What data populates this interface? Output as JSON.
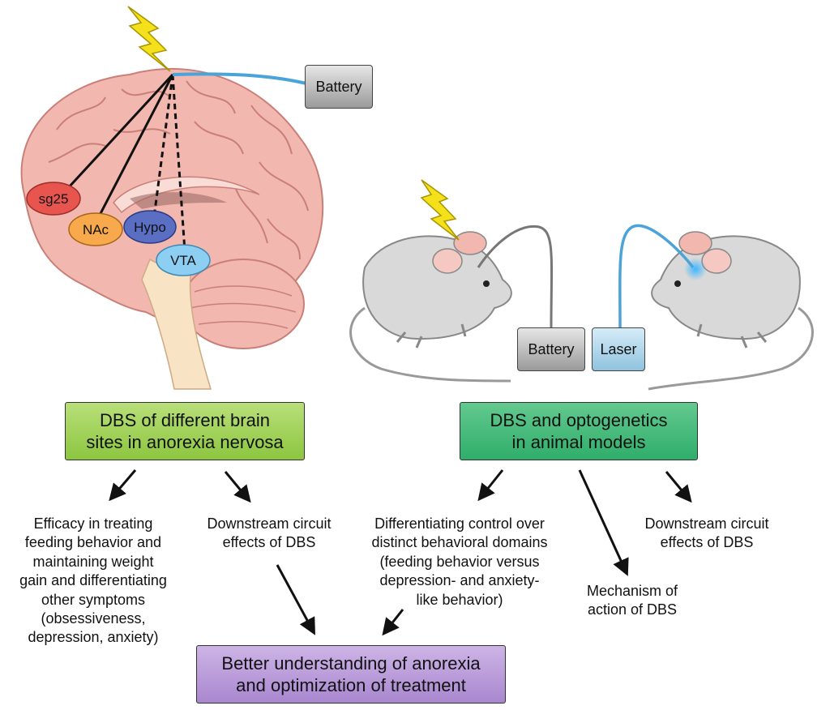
{
  "devices": {
    "battery_top": "Battery",
    "battery_mouse": "Battery",
    "laser": "Laser"
  },
  "brain_regions": [
    {
      "name": "sg25",
      "color": "#e8554e"
    },
    {
      "name": "NAc",
      "color": "#f7a94b"
    },
    {
      "name": "Hypo",
      "color": "#5a6fc4"
    },
    {
      "name": "VTA",
      "color": "#8ccff2"
    }
  ],
  "boxes": {
    "left": "DBS of different brain\nsites in anorexia nervosa",
    "right": "DBS and optogenetics\nin animal models",
    "bottom": "Better understanding of anorexia\nand optimization of treatment"
  },
  "outcomes": {
    "efficacy": "Efficacy in treating\nfeeding behavior and\nmaintaining weight\ngain and differentiating\nother symptoms\n(obsessiveness,\ndepression, anxiety)",
    "downstream_left": "Downstream circuit\neffects of DBS",
    "differentiating": "Differentiating control over\ndistinct behavioral domains\n(feeding behavior versus\ndepression- and anxiety-\nlike behavior)",
    "mechanism": "Mechanism of\naction of DBS",
    "downstream_right": "Downstream circuit\neffects of DBS"
  },
  "colors": {
    "wire_blue": "#4aa3d9",
    "bolt_yellow": "#f4e11c",
    "brain_pink": "#f2b8b0",
    "mouse_gray": "#d9d9d9"
  }
}
